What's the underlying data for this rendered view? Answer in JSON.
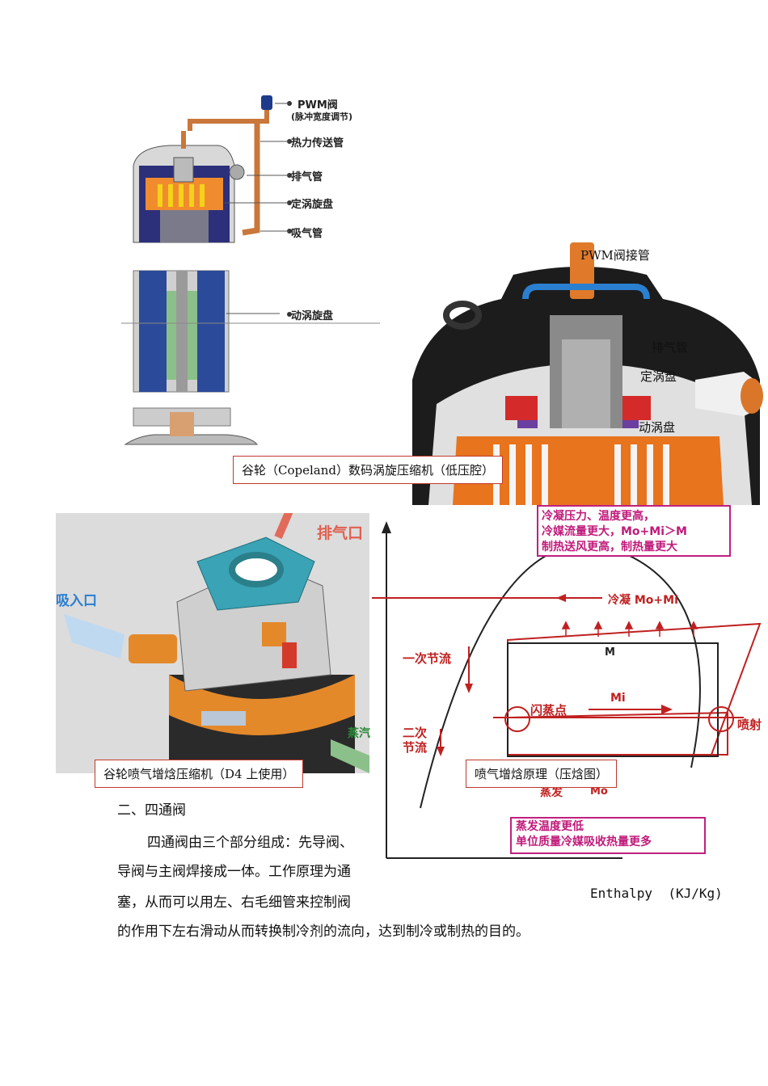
{
  "left_diagram": {
    "labels": {
      "pwm_valve": "PWM阀",
      "pwm_note": "(脉冲宽度调节)",
      "heat_tube": "热力传送管",
      "exhaust_pipe": "排气管",
      "fixed_scroll": "定涡旋盘",
      "intake_pipe": "吸气管",
      "moving_scroll": "动涡旋盘"
    }
  },
  "right_diagram": {
    "labels": {
      "pwm_connector": "PWM阀接管",
      "exhaust": "排气管",
      "fixed": "定涡盘",
      "moving": "动涡盘"
    }
  },
  "caption1": "谷轮（Copeland）数码涡旋压缩机（低压腔）",
  "d4_photo": {
    "exhaust_port": "排气口",
    "suction_port": "吸入口",
    "injection": "蒸汽"
  },
  "caption2": "谷轮喷气增焓压缩机（D4 上使用）",
  "ph_chart": {
    "box_top": "冷凝压力、温度更高，\n冷媒流量更大，Mo+Mi＞M\n制热送风更高，制热量更大",
    "condense": "冷凝 Mo+Mi",
    "m_label": "M",
    "first_throttle": "一次节流",
    "flash_point": "闪蒸点",
    "mi_label": "Mi",
    "spray": "喷射",
    "second_throttle": "二次\n节流",
    "evap": "蒸发",
    "mo_label": "Mo",
    "box_bottom": "蒸发温度更低\n单位质量冷媒吸收热量更多",
    "x_axis": "Enthalpy  (KJ/Kg)"
  },
  "caption3": "喷气增焓原理（压焓图）",
  "section": {
    "heading": "二、四通阀",
    "line1": "四通阀由三个部分组成：先导阀、",
    "line2": "导阀与主阀焊接成一体。工作原理为通",
    "line3": "塞，从而可以用左、右毛细管来控制阀",
    "line4": "的作用下左右滑动从而转换制冷剂的流向，达到制冷或制热的目的。"
  }
}
